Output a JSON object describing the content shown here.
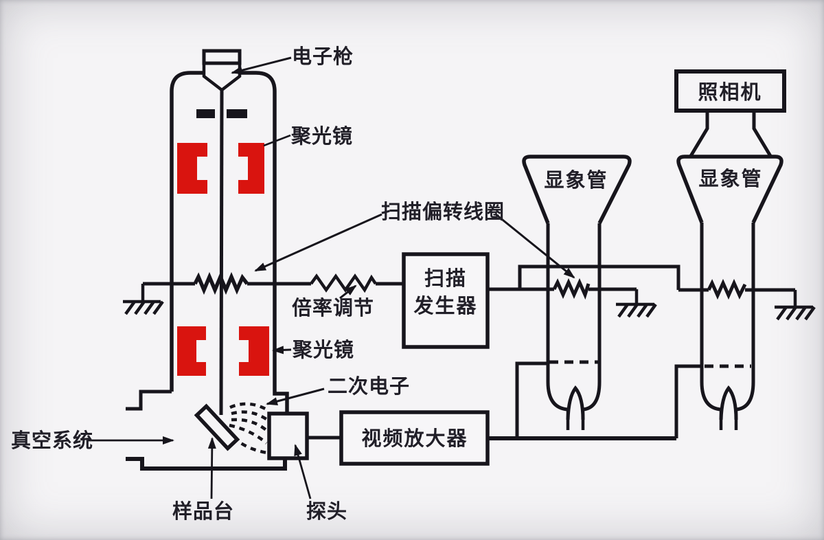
{
  "diagram": {
    "type": "SEM schematic (scanning electron microscope block diagram)",
    "labels": {
      "electron_gun": "电子枪",
      "condenser_lens_top": "聚光镜",
      "condenser_lens_bottom": "聚光镜",
      "scan_deflection_coil": "扫描偏转线圈",
      "magnification_adjust": "倍率调节",
      "scan_generator_line1": "扫描",
      "scan_generator_line2": "发生器",
      "crt_left": "显象管",
      "crt_right": "显象管",
      "camera": "照相机",
      "secondary_electrons": "二次电子",
      "vacuum_system": "真空系统",
      "sample_stage": "样品台",
      "detector": "探头",
      "video_amplifier": "视频放大器"
    },
    "colors": {
      "line": "#17151c",
      "lens_red": "#d9140f",
      "background": "#f5f4f6",
      "text": "#211f28"
    }
  }
}
